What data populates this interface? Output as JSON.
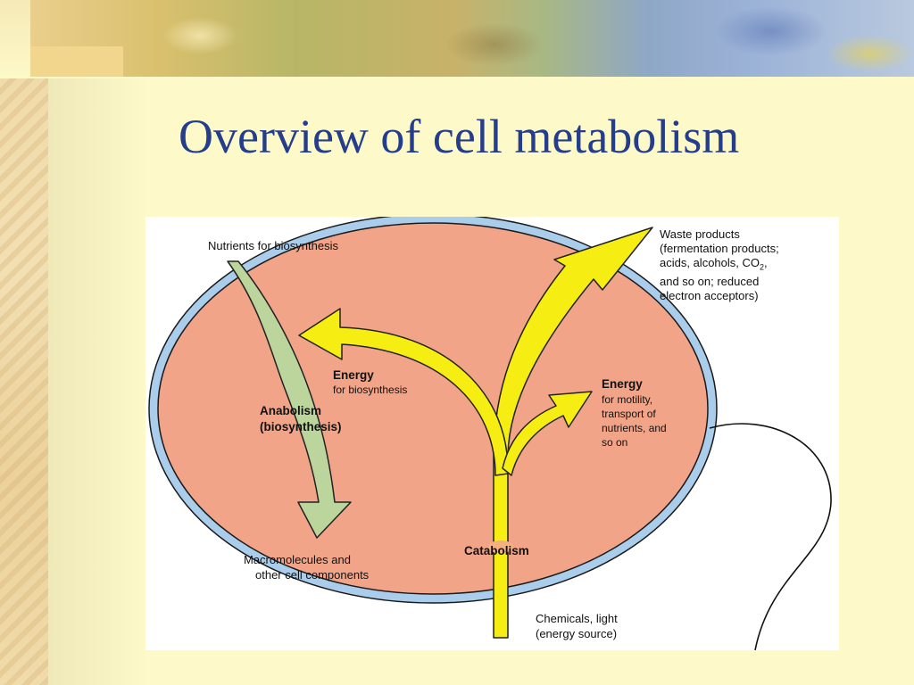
{
  "slide": {
    "title": "Overview of cell metabolism"
  },
  "diagram": {
    "nutrients_label": "Nutrients for biosynthesis",
    "waste_line1": "Waste products",
    "waste_line2": "(fermentation products;",
    "waste_line3_pre": "acids, alcohols, CO",
    "waste_line3_sub": "2",
    "waste_line3_post": ",",
    "waste_line4": "and so on; reduced",
    "waste_line5": "electron acceptors)",
    "energy_biosynthesis_heading": "Energy",
    "energy_biosynthesis_sub": "for biosynthesis",
    "anabolism_line1": "Anabolism",
    "anabolism_line2": "(biosynthesis)",
    "energy_motility_heading": "Energy",
    "energy_motility_line1": "for motility,",
    "energy_motility_line2": "transport of",
    "energy_motility_line3": "nutrients, and",
    "energy_motility_line4": "so on",
    "macromolecules_line1": "Macromolecules and",
    "macromolecules_line2": "other cell components",
    "catabolism_label": "Catabolism",
    "source_line1": "Chemicals, light",
    "source_line2": "(energy source)"
  },
  "colors": {
    "title": "#243d8c",
    "cell_interior": "#f2a488",
    "cell_membrane": "#a9cdea",
    "anabolism_arrow": "#bcd59c",
    "catabolism_arrow": "#f6ee12",
    "catabolism_spot": "#f4b080"
  }
}
